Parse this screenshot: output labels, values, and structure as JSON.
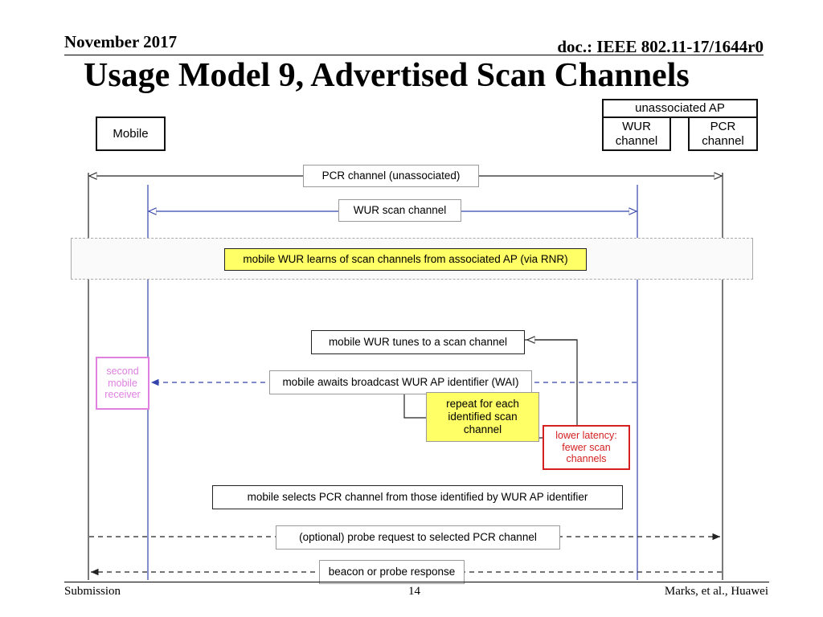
{
  "header": {
    "date": "November 2017",
    "doc_id": "doc.: IEEE 802.11-17/1644r0"
  },
  "title": "Usage Model 9, Advertised Scan Channels",
  "participants": {
    "mobile": "Mobile",
    "ap": "unassociated AP",
    "wur_channel": "WUR\nchannel",
    "pcr_channel": "PCR\nchannel"
  },
  "messages": {
    "pcr_unassociated": "PCR channel (unassociated)",
    "wur_scan": "WUR scan channel",
    "learns": "mobile WUR learns of scan channels from associated AP (via RNR)",
    "tunes": "mobile WUR tunes to a scan channel",
    "awaits": "mobile awaits broadcast WUR AP identifier (WAI)",
    "repeat": "repeat for each\nidentified scan\nchannel",
    "lower_latency": "lower latency:\nfewer scan\nchannels",
    "second_receiver": "second\nmobile\nreceiver",
    "selects": "mobile selects PCR channel from those identified by WUR AP identifier",
    "probe": "(optional) probe request to selected PCR channel",
    "beacon": "beacon or probe response"
  },
  "colors": {
    "lifeline_blue": "#3344aa",
    "highlight_yellow": "#ffff66",
    "note_red": "#d42020",
    "note_pink": "#e080e0"
  },
  "footer": {
    "submission": "Submission",
    "page": "14",
    "authors": "Marks, et al., Huawei"
  }
}
